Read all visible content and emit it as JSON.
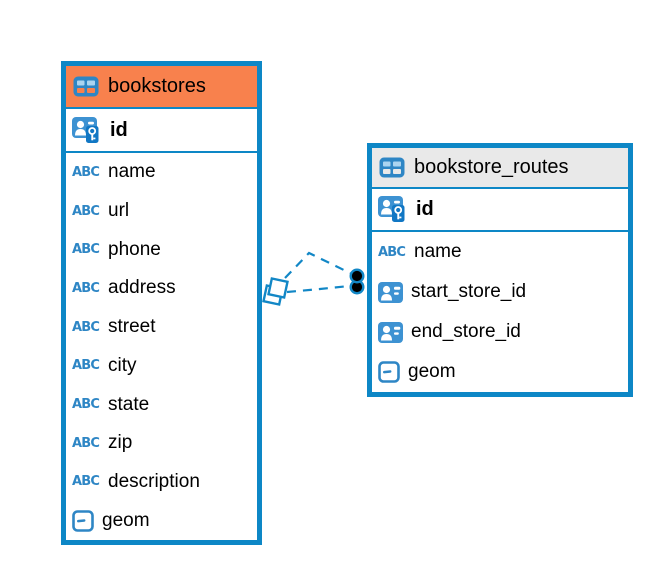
{
  "icon_labels": {
    "text_type": "ABC"
  },
  "colors": {
    "table_border": "#0D87C6",
    "bookstores_header": "#F8814D",
    "routes_header": "#E9E9E9",
    "relationship_line": "#1287C6",
    "icon_blue": "#2E86C5"
  },
  "tables": [
    {
      "name": "bookstores",
      "id_field": "id",
      "columns": [
        {
          "name": "name",
          "type": "text"
        },
        {
          "name": "url",
          "type": "text"
        },
        {
          "name": "phone",
          "type": "text"
        },
        {
          "name": "address",
          "type": "text"
        },
        {
          "name": "street",
          "type": "text"
        },
        {
          "name": "city",
          "type": "text"
        },
        {
          "name": "state",
          "type": "text"
        },
        {
          "name": "zip",
          "type": "text"
        },
        {
          "name": "description",
          "type": "text"
        },
        {
          "name": "geom",
          "type": "geometry"
        }
      ]
    },
    {
      "name": "bookstore_routes",
      "id_field": "id",
      "columns": [
        {
          "name": "name",
          "type": "text"
        },
        {
          "name": "start_store_id",
          "type": "foreign-key"
        },
        {
          "name": "end_store_id",
          "type": "foreign-key"
        },
        {
          "name": "geom",
          "type": "geometry"
        }
      ]
    }
  ],
  "relationship": {
    "from_table": "bookstore_routes",
    "to_table": "bookstores",
    "line_count": 2
  }
}
